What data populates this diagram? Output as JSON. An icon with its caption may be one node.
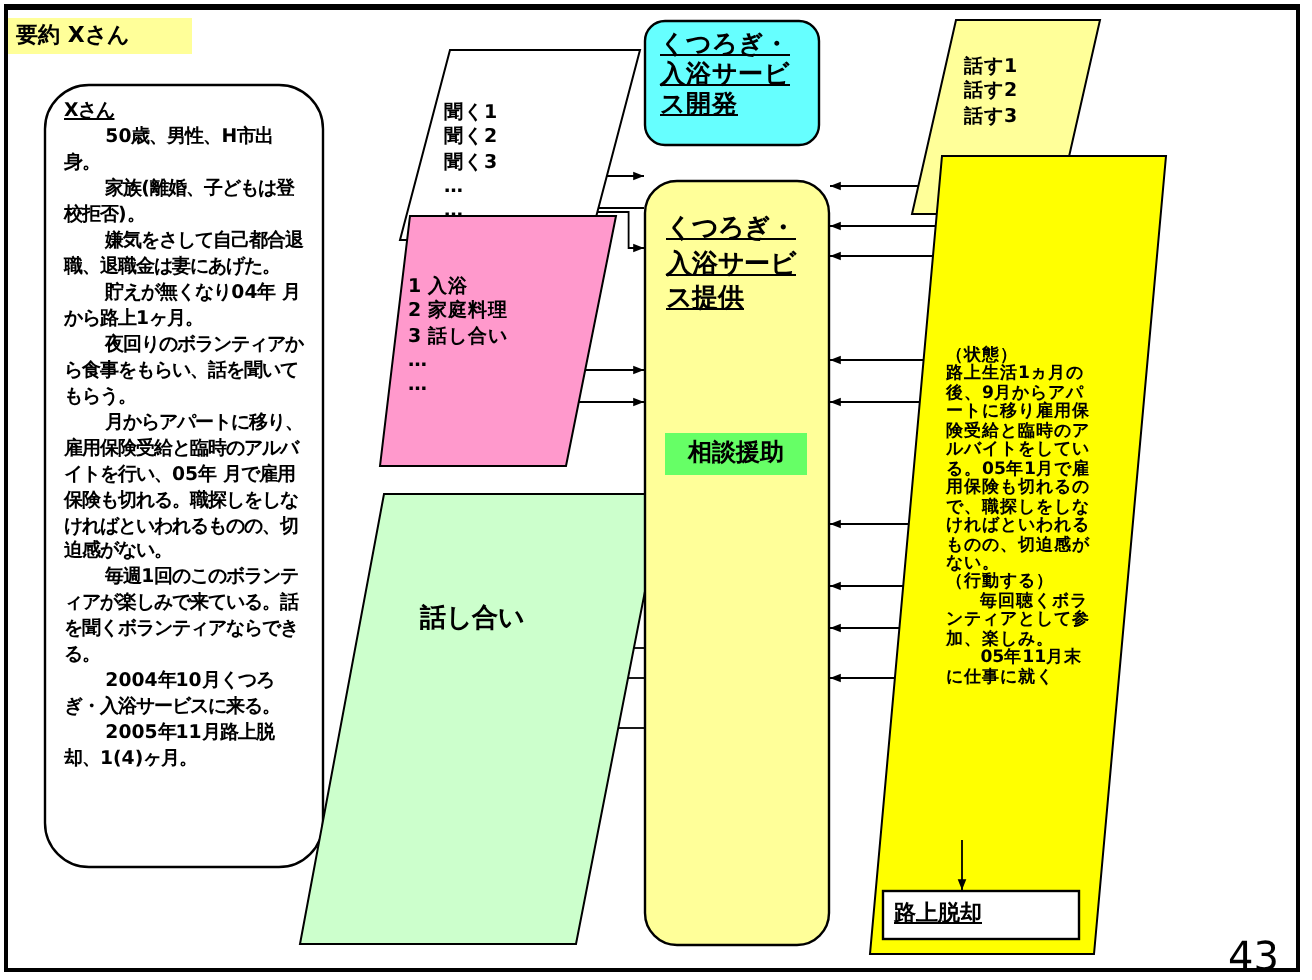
{
  "diagram": {
    "title": "要約 Xさん",
    "nodes": [
      {
        "text": [
          "Xさん",
          "50歳、男性、H市出身。",
          "家族(離婚、子どもは登校拒否)。",
          "嫌気をさして自己都合退職、退職金は妻にあげた。",
          "貯えが無くなり04年 月から路上1ヶ月。",
          "夜回りのボランティアから食事をもらい、話を聞いてもらう。",
          "月からアパートに移り、雇用保険受給と臨時のアルバイトを行い、05年 月で雇用保険も切れる。職探しをしなければといわれるものの、切迫感がない。",
          "毎週1回のこのボランティアが楽しみで来ている。話を聞くボランティアならできる。",
          "2004年10月くつろぎ・入浴サービスに来る。",
          "2005年11月路上脱却、1(4)ヶ月。"
        ]
      },
      {
        "text": [
          "聞く1",
          "聞く2",
          "聞く3",
          "…",
          "…"
        ]
      },
      {
        "text": [
          "1 入浴",
          "2 家庭料理",
          "3 話し合い",
          "…",
          "…"
        ]
      },
      {
        "text": [
          "話し合い"
        ]
      },
      {
        "text": [
          "くつろぎ・入浴サービス開発"
        ]
      },
      {
        "text": [
          "くつろぎ・入浴サービス提供"
        ]
      },
      {
        "text": [
          "相談援助"
        ],
        "in": 5
      },
      {
        "text": [
          "話す1",
          "話す2",
          "話す3"
        ]
      },
      {
        "text": [
          "（状態）",
          "路上生活1ヵ月の後、9月からアパートに移り雇用保険受給と臨時のアルバイトをしている。05年1月で雇用保険も切れるので、職探しをしなければといわれるものの、切迫感がない。",
          "（行動する）",
          "毎回聴くボランティアとして参加、楽しみ。",
          "05年11月末に仕事に就く"
        ]
      },
      {
        "text": [
          "路上脱却"
        ],
        "in": 8
      }
    ],
    "edges": [
      {
        "from": 1,
        "to": 5,
        "arrow": "to"
      },
      {
        "from": 1,
        "to": 5,
        "arrow": "none"
      },
      {
        "from": 1,
        "to": 5,
        "arrow": "to"
      },
      {
        "from": 2,
        "to": 5,
        "arrow": "to"
      },
      {
        "from": 2,
        "to": 5,
        "arrow": "to"
      },
      {
        "from": 3,
        "to": 5,
        "arrow": "none"
      },
      {
        "from": 3,
        "to": 5,
        "arrow": "none"
      },
      {
        "from": 3,
        "to": 5,
        "arrow": "none"
      },
      {
        "from": 7,
        "to": 5,
        "arrow": "to"
      },
      {
        "from": 8,
        "to": 5,
        "arrow": "to"
      },
      {
        "from": 8,
        "to": 5,
        "arrow": "to"
      },
      {
        "from": 8,
        "to": 5,
        "arrow": "to"
      },
      {
        "from": 8,
        "to": 5,
        "arrow": "to"
      },
      {
        "from": 8,
        "to": 5,
        "arrow": "to"
      },
      {
        "from": 8,
        "to": 5,
        "arrow": "to"
      },
      {
        "from": 8,
        "to": 5,
        "arrow": "to"
      },
      {
        "from": 8,
        "to": 5,
        "arrow": "to"
      },
      {
        "from": null,
        "to": 9,
        "arrow": "to"
      }
    ],
    "labels": [
      "43"
    ]
  }
}
